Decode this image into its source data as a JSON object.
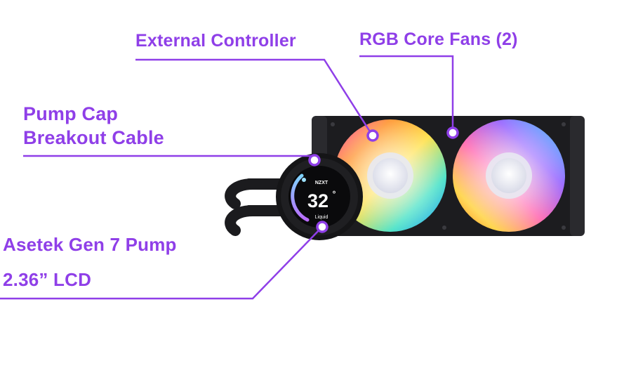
{
  "labels": {
    "external_controller": "External Controller",
    "rgb_core_fans": "RGB Core Fans (2)",
    "pump_cap_line1": "Pump Cap",
    "pump_cap_line2": "Breakout Cable",
    "asetek_pump": "Asetek Gen 7 Pump",
    "lcd_size": "2.36” LCD"
  },
  "lcd": {
    "brand": "NZXT",
    "value": "32",
    "unit": "°",
    "caption": "Liquid"
  },
  "colors": {
    "accent": "#8f3fe8",
    "radiator": "#1a1a1c",
    "background": "#ffffff"
  }
}
